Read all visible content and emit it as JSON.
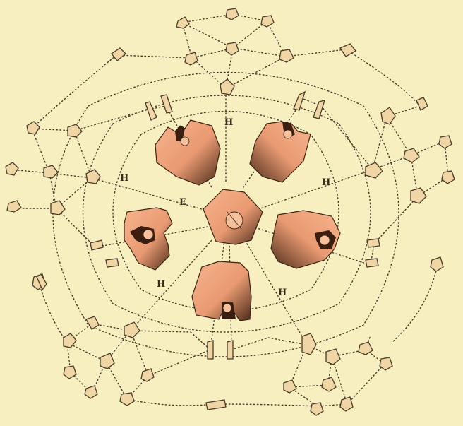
{
  "figure": {
    "labels": [
      {
        "key": "h1",
        "text": "H"
      },
      {
        "key": "h2",
        "text": "H"
      },
      {
        "key": "h3",
        "text": "H"
      },
      {
        "key": "h4",
        "text": "H"
      },
      {
        "key": "h5",
        "text": "H"
      },
      {
        "key": "e",
        "text": "E"
      }
    ],
    "colors": {
      "background": "#f7efc0",
      "plate_fill": "#f0a882",
      "plate_shadow": "#5a3420",
      "ossicle_fill": "#efd6a4",
      "dotted_line": "#4a3a2a"
    },
    "icons": {
      "central_plate": "pentagonal-central-plate",
      "radial_plates": "notched-radial-plate",
      "ossicles": "small-polygonal-ossicle"
    }
  }
}
